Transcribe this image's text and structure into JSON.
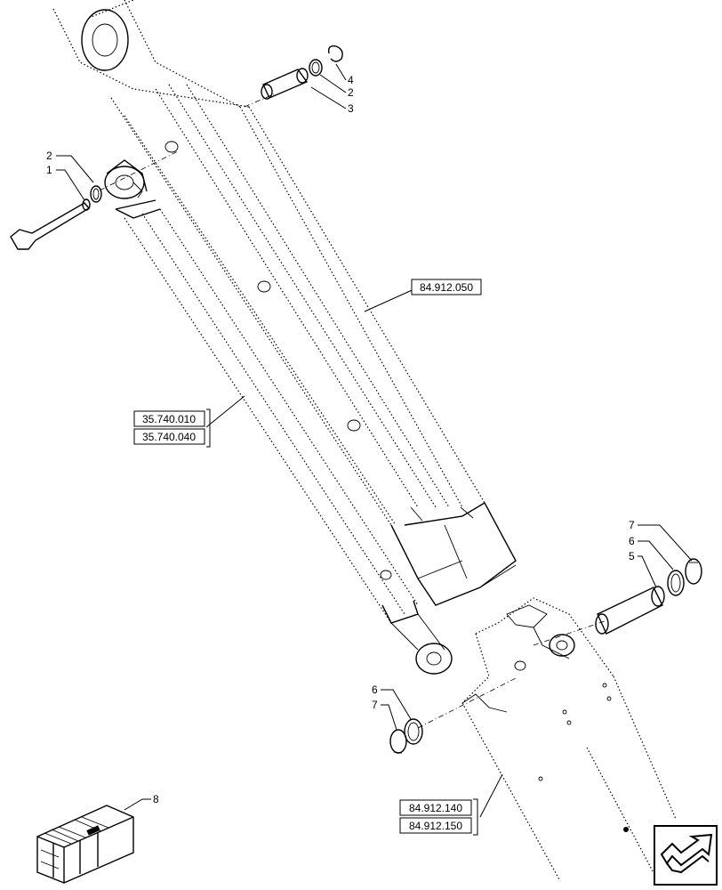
{
  "callouts": {
    "c_4": "4",
    "c_2_top": "2",
    "c_3": "3",
    "c_2_left": "2",
    "c_1": "1",
    "c_7_right": "7",
    "c_6_right": "6",
    "c_5": "5",
    "c_6_bottom": "6",
    "c_7_bottom": "7",
    "c_8": "8"
  },
  "references": {
    "boom": "84.912.050",
    "cylinder_1": "35.740.010",
    "cylinder_2": "35.740.040",
    "bracket_1": "84.912.140",
    "bracket_2": "84.912.150"
  },
  "icons": {
    "kit": "kit-crate-icon",
    "navigation": "next-page-arrow-icon"
  },
  "colors": {
    "line": "#000000",
    "background": "#ffffff"
  }
}
